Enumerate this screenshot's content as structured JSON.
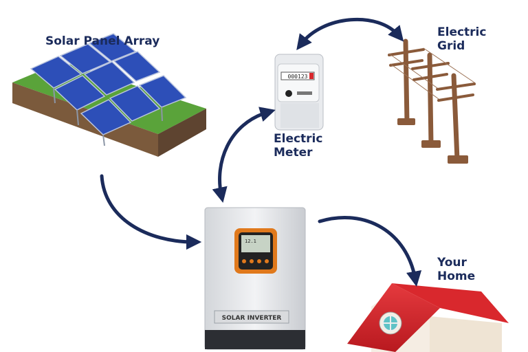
{
  "labels": {
    "solar_array": "Solar Panel Array",
    "meter": [
      "Electric",
      "Meter"
    ],
    "grid": [
      "Electric",
      "Grid"
    ],
    "home": [
      "Your",
      "Home"
    ]
  },
  "inverter": {
    "brand_label": "SOLAR INVERTER",
    "display_text": "12.1"
  },
  "meter_reading": "000123",
  "colors": {
    "label_text": "#1b2b5b",
    "arrow": "#1b2b5b",
    "panel": "#2d4fb8",
    "grass": "#5aa33a",
    "pole": "#8a5a3a",
    "roof": "#d9282d",
    "inverter_body": "#e7e9ec"
  }
}
